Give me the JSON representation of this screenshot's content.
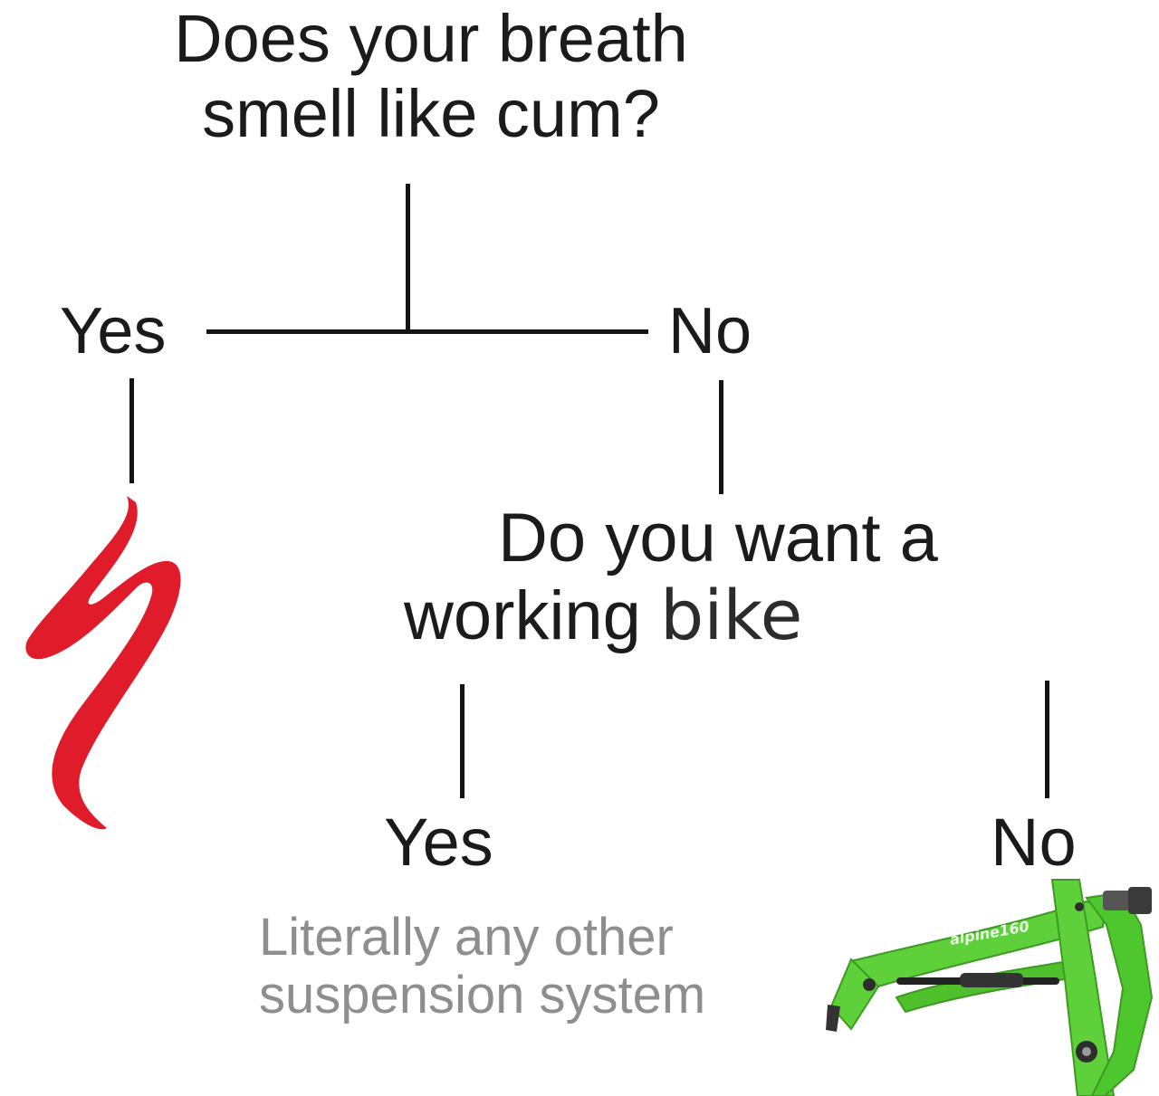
{
  "diagram": {
    "question_1": [
      "Does your breath",
      "smell like cum?"
    ],
    "answer_yes_1": "Yes",
    "answer_no_1": "No",
    "question_2": {
      "line_1": "Do you want a",
      "line_2_start": "working ",
      "line_2_end": "bike"
    },
    "answer_yes_2": "Yes",
    "answer_no_2": "No",
    "result_yes_2": [
      "Literally any other",
      "suspension system"
    ],
    "bike_frame_decal": "alpine160"
  },
  "colors": {
    "line": "#141414",
    "logo_red": "#e01b2a",
    "frame_green": "#5ed13a",
    "answer_gray": "#8e8e8e"
  },
  "icons": {
    "result_yes_1": "specialized-s-logo-icon",
    "result_no_2": "green-bike-frame-icon"
  }
}
